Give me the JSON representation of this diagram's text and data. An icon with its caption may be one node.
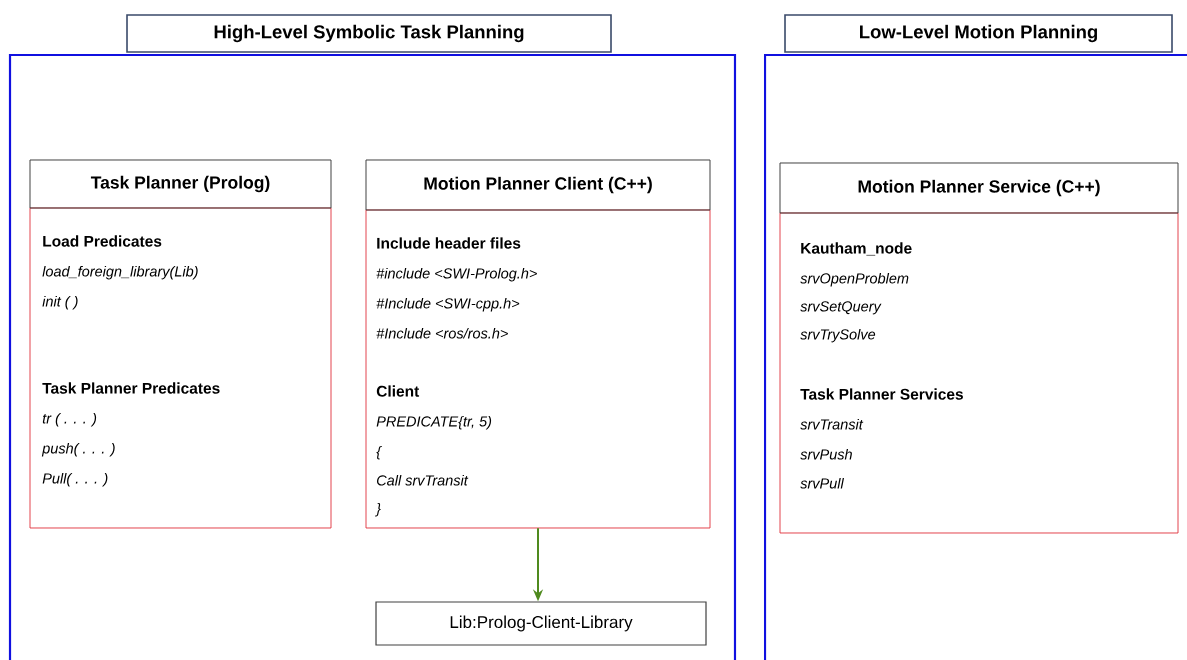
{
  "diagram": {
    "nodes": [
      {
        "text": [
          "High-Level Symbolic Task Planning"
        ]
      },
      {
        "text": [
          "Task Planner (Prolog)",
          "Load Predicates",
          "*load_foreign_library(Lib)*",
          "*init ( )*",
          "Task Planner Predicates",
          "*tr ( . . . )*",
          "*push( . . . )*",
          "*Pull( . . . )*"
        ],
        "in": 0
      },
      {
        "text": [
          "Motion Planner Client (C++)",
          "Include header files",
          "*#include <SWI-Prolog.h>*",
          "*#Include <SWI-cpp.h>*",
          "*#Include <ros/ros.h>*",
          "Client",
          "*PREDICATE{tr, 5)*",
          "*{*",
          "*Call srvTransit*",
          "*}*"
        ],
        "in": 0
      },
      {
        "text": [
          "Lib:Prolog-Client-Library"
        ],
        "in": 0
      },
      {
        "text": [
          "Low-Level Motion Planning"
        ]
      },
      {
        "text": [
          "Motion Planner Service (C++)",
          "Kautham_node",
          "*srvOpenProblem*",
          "*srvSetQuery*",
          "*srvTrySolve*",
          "Task Planner Services",
          "*srvTransit*",
          "*srvPush*",
          "*srvPull*"
        ],
        "in": 4
      }
    ],
    "edges": [
      {
        "from": 2,
        "to": 3,
        "arrow": "to",
        "color": "#4f8a1e"
      }
    ]
  }
}
